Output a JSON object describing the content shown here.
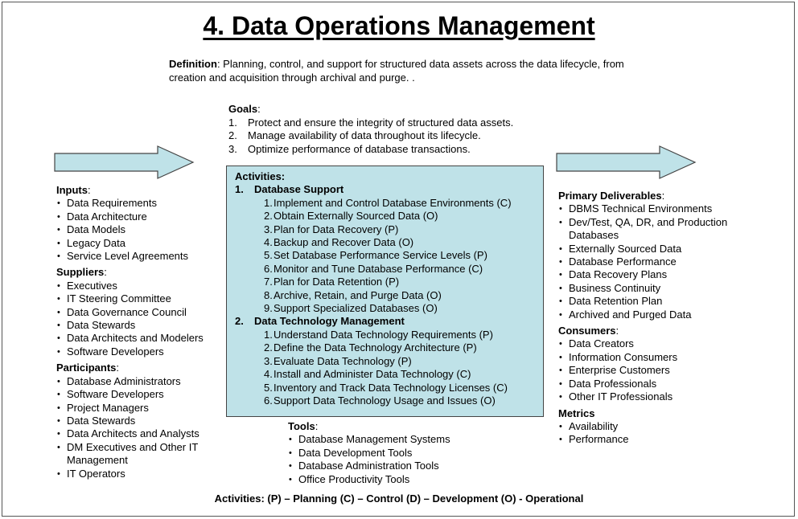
{
  "title": "4. Data Operations Management",
  "definition": {
    "label": "Definition",
    "text": ": Planning, control, and support for structured data assets across the data lifecycle, from creation and acquisition through archival and purge. ."
  },
  "goals": {
    "label": "Goals",
    "items": [
      {
        "num": "1.",
        "text": "Protect and ensure the integrity of structured data assets."
      },
      {
        "num": "2.",
        "text": "Manage availability of data throughout its lifecycle."
      },
      {
        "num": "3.",
        "text": "Optimize performance of database transactions."
      }
    ]
  },
  "inputs": {
    "label": "Inputs",
    "items": [
      "Data Requirements",
      "Data Architecture",
      "Data Models",
      "Legacy Data",
      "Service Level Agreements"
    ]
  },
  "suppliers": {
    "label": "Suppliers",
    "items": [
      "Executives",
      "IT Steering Committee",
      "Data Governance Council",
      "Data Stewards",
      "Data Architects and Modelers",
      "Software Developers"
    ]
  },
  "participants": {
    "label": "Participants",
    "items": [
      "Database Administrators",
      "Software Developers",
      "Project Managers",
      "Data Stewards",
      "Data Architects and Analysts",
      "DM Executives and Other IT Management",
      "IT Operators"
    ]
  },
  "activities": {
    "label": "Activities:",
    "groups": [
      {
        "num": "1.",
        "title": "Database Support",
        "items": [
          {
            "num": "1.",
            "text": "Implement and Control Database Environments (C)"
          },
          {
            "num": "2.",
            "text": "Obtain Externally Sourced Data (O)"
          },
          {
            "num": "3.",
            "text": "Plan for Data Recovery (P)"
          },
          {
            "num": "4.",
            "text": "Backup and Recover Data (O)"
          },
          {
            "num": "5.",
            "text": "Set Database Performance Service Levels (P)"
          },
          {
            "num": "6.",
            "text": "Monitor and Tune Database Performance (C)"
          },
          {
            "num": "7.",
            "text": "Plan for Data Retention (P)"
          },
          {
            "num": "8.",
            "text": "Archive, Retain, and Purge Data (O)"
          },
          {
            "num": "9.",
            "text": "Support Specialized Databases (O)"
          }
        ]
      },
      {
        "num": "2.",
        "title": "Data Technology Management",
        "items": [
          {
            "num": "1.",
            "text": "Understand Data Technology Requirements (P)"
          },
          {
            "num": "2.",
            "text": "Define the Data Technology Architecture (P)"
          },
          {
            "num": "3.",
            "text": "Evaluate Data Technology (P)"
          },
          {
            "num": "4.",
            "text": "Install and Administer Data Technology (C)"
          },
          {
            "num": "5.",
            "text": "Inventory and Track Data Technology Licenses (C)"
          },
          {
            "num": "6.",
            "text": "Support Data Technology Usage and Issues (O)"
          }
        ]
      }
    ]
  },
  "tools": {
    "label": "Tools",
    "items": [
      "Database Management Systems",
      "Data Development Tools",
      "Database Administration Tools",
      "Office Productivity Tools"
    ]
  },
  "deliverables": {
    "label": "Primary Deliverables",
    "items": [
      "DBMS Technical Environments",
      "Dev/Test, QA, DR, and Production Databases",
      "Externally Sourced Data",
      "Database Performance",
      "Data Recovery Plans",
      "Business Continuity",
      "Data Retention Plan",
      "Archived and Purged Data"
    ]
  },
  "consumers": {
    "label": "Consumers",
    "items": [
      "Data Creators",
      "Information Consumers",
      "Enterprise Customers",
      "Data Professionals",
      "Other IT Professionals"
    ]
  },
  "metrics": {
    "label": "Metrics",
    "items": [
      "Availability",
      "Performance"
    ]
  },
  "footer": "Activities: (P) – Planning  (C) – Control  (D) – Development    (O) - Operational",
  "colors": {
    "arrow_fill": "#bfe2e8",
    "activities_fill": "#bfe2e8",
    "stroke": "#444444"
  }
}
